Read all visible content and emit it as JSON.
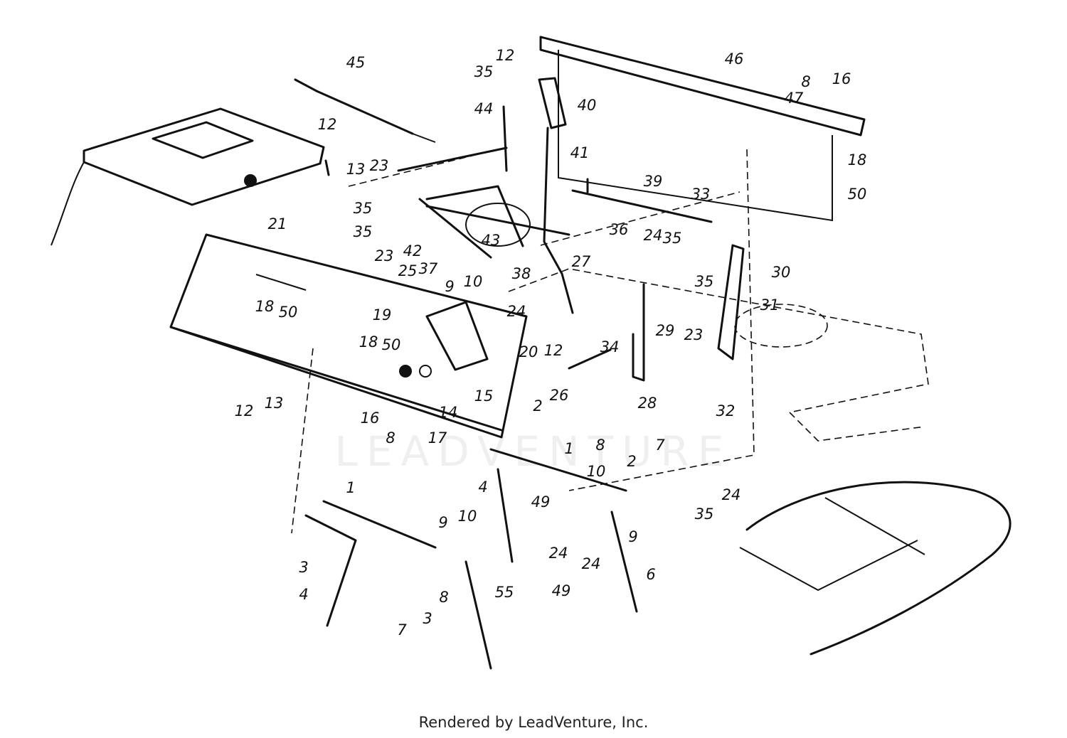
{
  "callouts": [
    {
      "id": "c45",
      "text": "45"
    },
    {
      "id": "c12a",
      "text": "12"
    },
    {
      "id": "c35a",
      "text": "35"
    },
    {
      "id": "c40",
      "text": "40"
    },
    {
      "id": "c46",
      "text": "46"
    },
    {
      "id": "c8a",
      "text": "8"
    },
    {
      "id": "c16a",
      "text": "16"
    },
    {
      "id": "c47",
      "text": "47"
    },
    {
      "id": "c18a",
      "text": "18"
    },
    {
      "id": "c50a",
      "text": "50"
    },
    {
      "id": "c44",
      "text": "44"
    },
    {
      "id": "c41",
      "text": "41"
    },
    {
      "id": "c12b",
      "text": "12"
    },
    {
      "id": "c13a",
      "text": "13"
    },
    {
      "id": "c23a",
      "text": "23"
    },
    {
      "id": "c35b",
      "text": "35"
    },
    {
      "id": "c35c",
      "text": "35"
    },
    {
      "id": "c23b",
      "text": "23"
    },
    {
      "id": "c42",
      "text": "42"
    },
    {
      "id": "c37",
      "text": "37"
    },
    {
      "id": "c43",
      "text": "43"
    },
    {
      "id": "c39",
      "text": "39"
    },
    {
      "id": "c33",
      "text": "33"
    },
    {
      "id": "c36",
      "text": "36"
    },
    {
      "id": "c24a",
      "text": "24"
    },
    {
      "id": "c35d",
      "text": "35"
    },
    {
      "id": "c21",
      "text": "21"
    },
    {
      "id": "c38",
      "text": "38"
    },
    {
      "id": "c25",
      "text": "25"
    },
    {
      "id": "c27",
      "text": "27"
    },
    {
      "id": "c30",
      "text": "30"
    },
    {
      "id": "c35e",
      "text": "35"
    },
    {
      "id": "c31",
      "text": "31"
    },
    {
      "id": "c9a",
      "text": "9"
    },
    {
      "id": "c10a",
      "text": "10"
    },
    {
      "id": "c18b",
      "text": "18"
    },
    {
      "id": "c50b",
      "text": "50"
    },
    {
      "id": "c19",
      "text": "19"
    },
    {
      "id": "c24b",
      "text": "24"
    },
    {
      "id": "c23c",
      "text": "23"
    },
    {
      "id": "c29",
      "text": "29"
    },
    {
      "id": "c12c",
      "text": "12"
    },
    {
      "id": "c34",
      "text": "34"
    },
    {
      "id": "c18c",
      "text": "18"
    },
    {
      "id": "c50c",
      "text": "50"
    },
    {
      "id": "c20",
      "text": "20"
    },
    {
      "id": "c15",
      "text": "15"
    },
    {
      "id": "c26",
      "text": "26"
    },
    {
      "id": "c28",
      "text": "28"
    },
    {
      "id": "c32",
      "text": "32"
    },
    {
      "id": "c12d",
      "text": "12"
    },
    {
      "id": "c13b",
      "text": "13"
    },
    {
      "id": "c16b",
      "text": "16"
    },
    {
      "id": "c8b",
      "text": "8"
    },
    {
      "id": "c14",
      "text": "14"
    },
    {
      "id": "c17",
      "text": "17"
    },
    {
      "id": "c2a",
      "text": "2"
    },
    {
      "id": "c1a",
      "text": "1"
    },
    {
      "id": "c8c",
      "text": "8"
    },
    {
      "id": "c7a",
      "text": "7"
    },
    {
      "id": "c4a",
      "text": "4"
    },
    {
      "id": "c10b",
      "text": "10"
    },
    {
      "id": "c2b",
      "text": "2"
    },
    {
      "id": "c49a",
      "text": "49"
    },
    {
      "id": "c9b",
      "text": "9"
    },
    {
      "id": "c24c",
      "text": "24"
    },
    {
      "id": "c24d",
      "text": "24"
    },
    {
      "id": "c49b",
      "text": "49"
    },
    {
      "id": "c1b",
      "text": "1"
    },
    {
      "id": "c9c",
      "text": "9"
    },
    {
      "id": "c10c",
      "text": "10"
    },
    {
      "id": "c3a",
      "text": "3"
    },
    {
      "id": "c4b",
      "text": "4"
    },
    {
      "id": "c8d",
      "text": "8"
    },
    {
      "id": "c3b",
      "text": "3"
    },
    {
      "id": "c7b",
      "text": "7"
    },
    {
      "id": "c55",
      "text": "55"
    },
    {
      "id": "c6",
      "text": "6"
    },
    {
      "id": "c35f",
      "text": "35"
    },
    {
      "id": "c24e",
      "text": "24"
    }
  ],
  "watermark": "LEADVENTURE",
  "footer": "Rendered by LeadVenture, Inc."
}
